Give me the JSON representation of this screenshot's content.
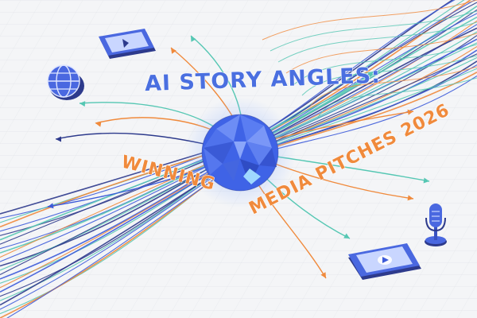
{
  "headline": {
    "line1": "AI STORY ANGLES:",
    "line2a": "WINNING",
    "line2b": "MEDIA PITCHES 2026"
  },
  "colors": {
    "background": "#f4f5f7",
    "grid": "#d9dde3",
    "navy": "#2d3a8c",
    "blue": "#3d5bd9",
    "teal": "#55c7b3",
    "orange": "#f08a3c",
    "title_blue": "#4a6fe0",
    "title_orange": "#f08a3c"
  },
  "icons": {
    "globe": "globe-icon",
    "tablet": "tablet-play-icon",
    "microphone": "microphone-icon",
    "video_screen": "video-play-icon",
    "core": "polyhedron-sphere-icon"
  }
}
